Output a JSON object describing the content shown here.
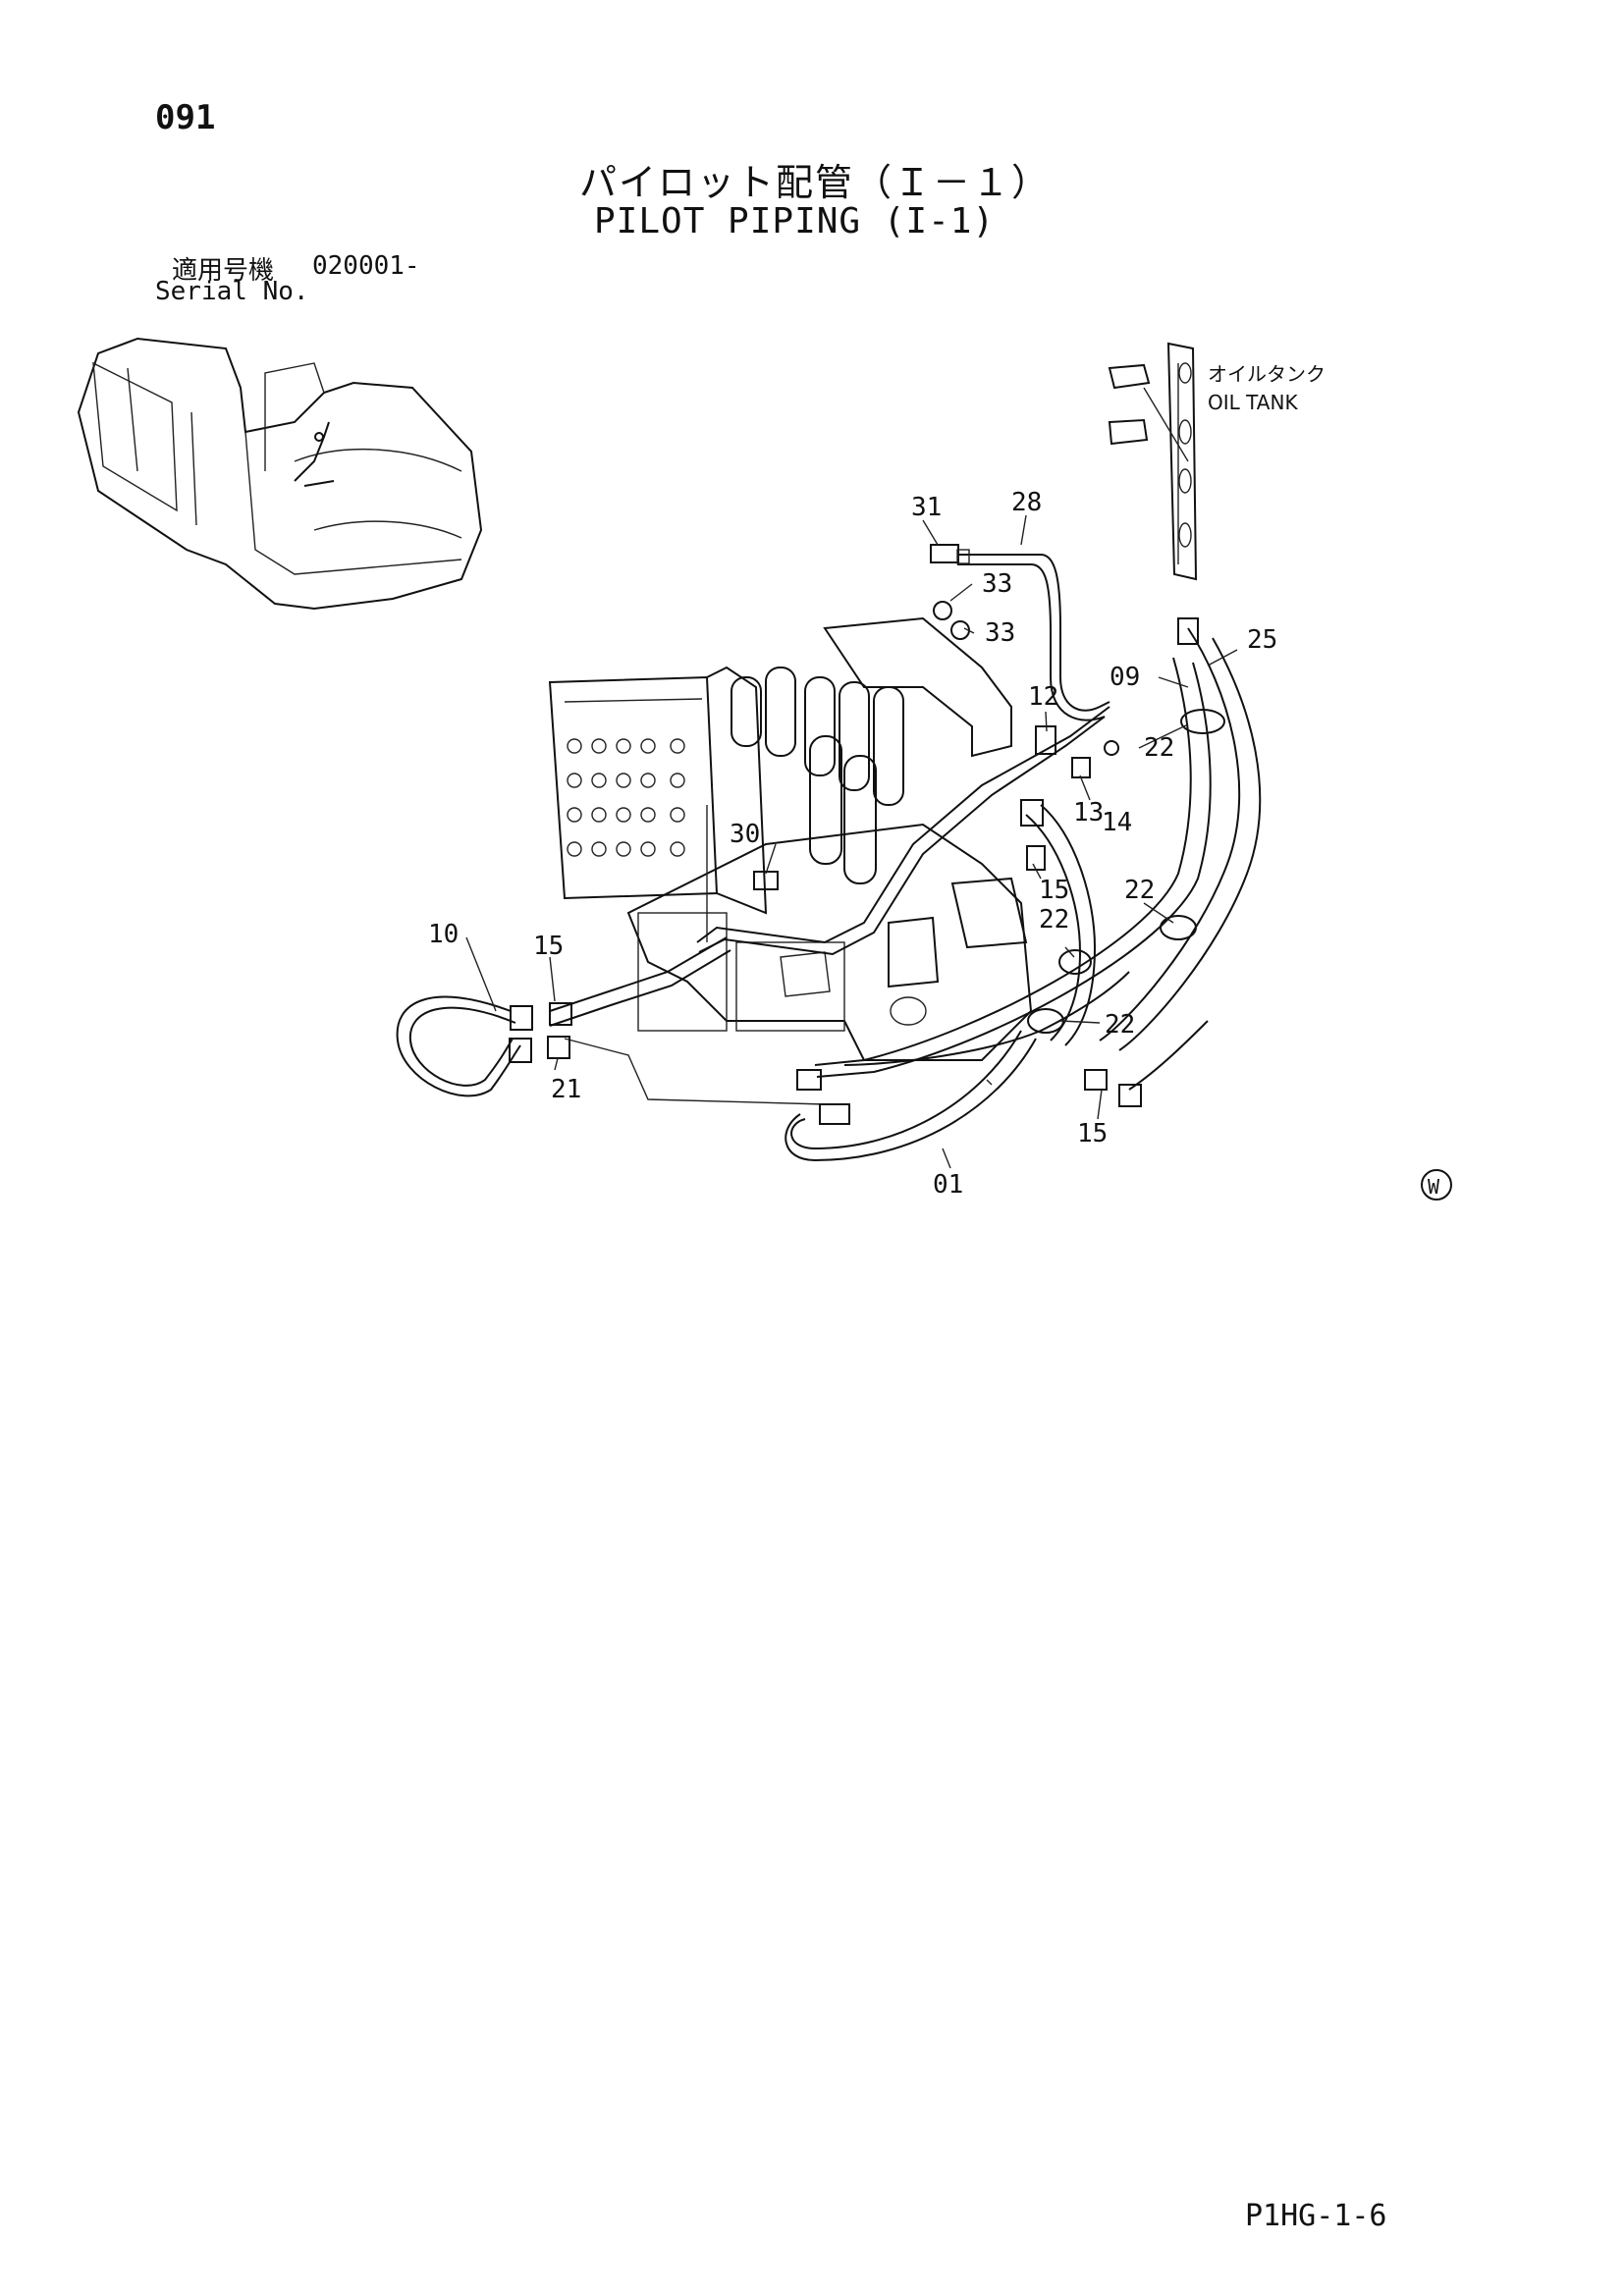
{
  "header": {
    "page_number": "091",
    "title_jp": "パイロット配管（Ｉ－１）",
    "title_en": "PILOT PIPING (I-1)",
    "serial_label_jp": "適用号機",
    "serial_value": "020001-",
    "serial_label_en": "Serial No."
  },
  "diagram": {
    "oil_tank_jp": "オイルタンク",
    "oil_tank_en": "OIL TANK",
    "callouts": [
      "31",
      "28",
      "33",
      "33",
      "25",
      "09",
      "12",
      "22",
      "13",
      "14",
      "30",
      "15",
      "22",
      "22",
      "22",
      "10",
      "15",
      "21",
      "15",
      "01"
    ],
    "mark": "W"
  },
  "footer": {
    "code": "P1HG-1-6"
  }
}
